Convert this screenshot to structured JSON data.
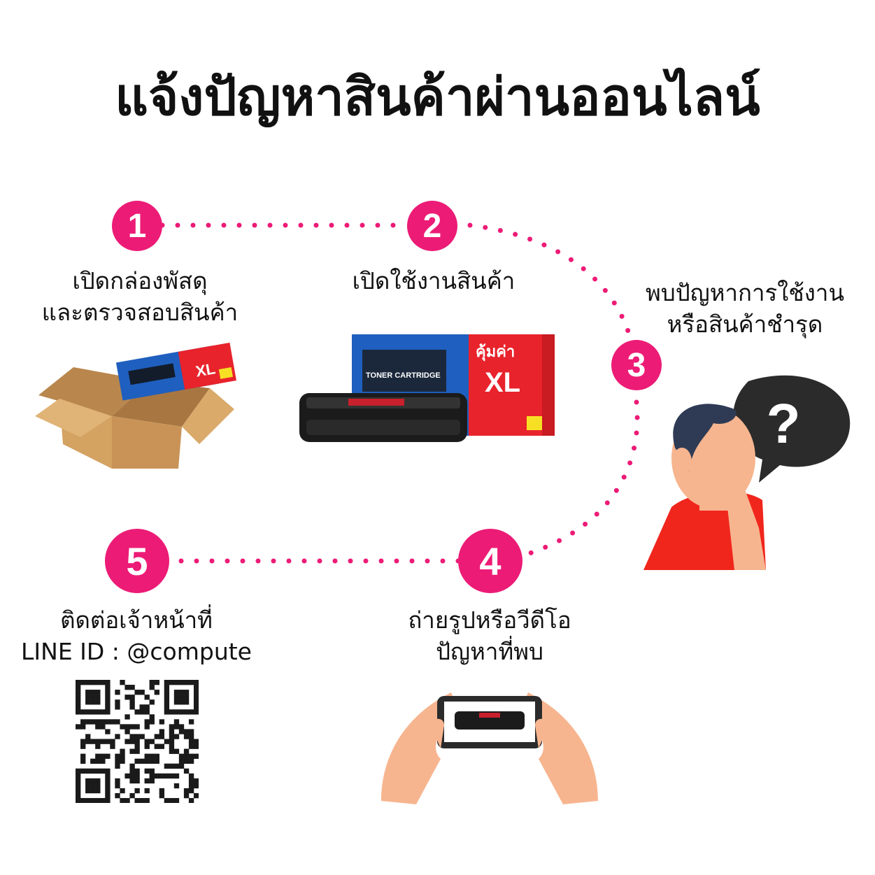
{
  "title": "แจ้งปัญหาสินค้าผ่านออนไลน์",
  "steps": [
    {
      "number": "1",
      "line1": "เปิดกล่องพัสดุ",
      "line2": "และตรวจสอบสินค้า"
    },
    {
      "number": "2",
      "line1": "เปิดใช้งานสินค้า",
      "line2": ""
    },
    {
      "number": "3",
      "line1": "พบปัญหาการใช้งาน",
      "line2": "หรือสินค้าชำรุด"
    },
    {
      "number": "4",
      "line1": "ถ่ายรูปหรือวีดีโอ",
      "line2": "ปัญหาที่พบ"
    },
    {
      "number": "5",
      "line1": "ติดต่อเจ้าหน้าที่",
      "line2": "LINE ID : @compute"
    }
  ],
  "product": {
    "box_badge": "คุ้มค่า",
    "box_size": "XL",
    "box_label": "TONER CARTRIDGE"
  },
  "colors": {
    "accent": "#ec1b76",
    "box_blue": "#1f5fbf",
    "box_red": "#e8232c",
    "cardboard": "#c9975a",
    "shirt": "#f0261d",
    "skin": "#f7b58f"
  }
}
